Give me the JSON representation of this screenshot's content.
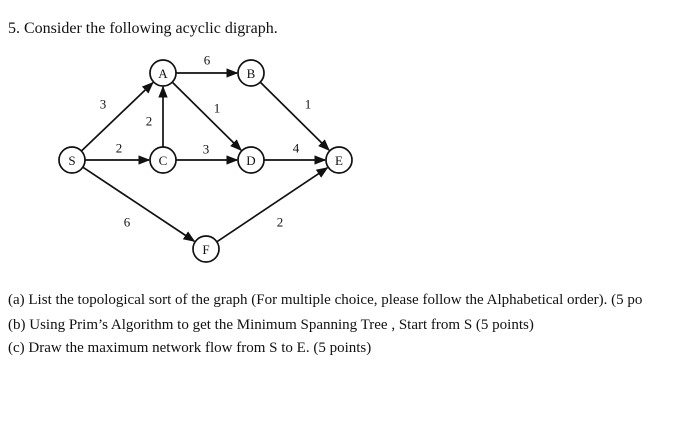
{
  "question": {
    "title": "5. Consider the following acyclic digraph."
  },
  "graph": {
    "nodes": [
      {
        "id": "S",
        "label": "S"
      },
      {
        "id": "A",
        "label": "A"
      },
      {
        "id": "B",
        "label": "B"
      },
      {
        "id": "C",
        "label": "C"
      },
      {
        "id": "D",
        "label": "D"
      },
      {
        "id": "E",
        "label": "E"
      },
      {
        "id": "F",
        "label": "F"
      }
    ],
    "edges": [
      {
        "from": "S",
        "to": "A",
        "weight": "3"
      },
      {
        "from": "S",
        "to": "C",
        "weight": "2"
      },
      {
        "from": "S",
        "to": "F",
        "weight": "6"
      },
      {
        "from": "C",
        "to": "A",
        "weight": "2"
      },
      {
        "from": "A",
        "to": "B",
        "weight": "6"
      },
      {
        "from": "A",
        "to": "D",
        "weight": "1"
      },
      {
        "from": "C",
        "to": "D",
        "weight": "3"
      },
      {
        "from": "B",
        "to": "E",
        "weight": "1"
      },
      {
        "from": "D",
        "to": "E",
        "weight": "4"
      },
      {
        "from": "F",
        "to": "E",
        "weight": "2"
      }
    ]
  },
  "parts": {
    "a": "(a) List the topological sort of the graph (For multiple choice, please follow the Alphabetical order). (5 po",
    "b": "(b) Using Prim’s Algorithm to get the Minimum Spanning Tree , Start from S (5 points)",
    "c": "(c) Draw the maximum network flow from S to E. (5 points)"
  }
}
